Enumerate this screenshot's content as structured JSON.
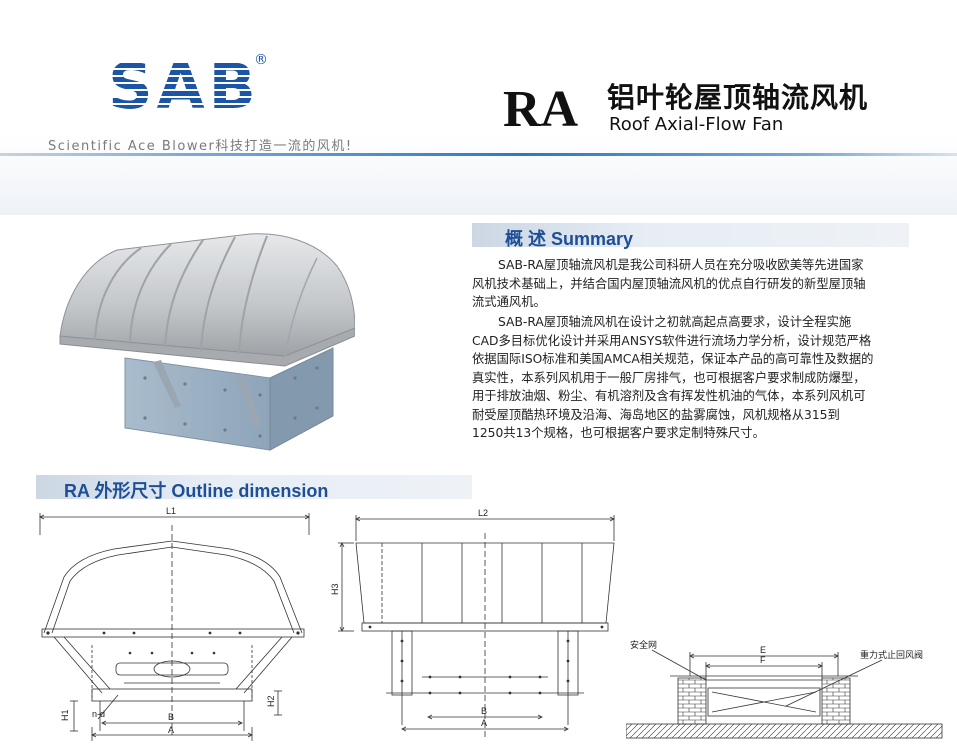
{
  "brand": {
    "logo": "SAB",
    "registered": "®",
    "tagline": "Scientific Ace Blower科技打造一流的风机!"
  },
  "product": {
    "model": "RA",
    "title_cn": "铝叶轮屋顶轴流风机",
    "title_en": "Roof Axial-Flow Fan"
  },
  "summary": {
    "heading": "概 述 Summary",
    "paragraph1_lines": [
      "SAB-RA屋顶轴流风机是我公司科研人员在充分吸收欧美等先进国家",
      "风机技术基础上，并结合国内屋顶轴流风机的优点自行研发的新型屋顶轴",
      "流式通风机。"
    ],
    "paragraph2_lines": [
      "SAB-RA屋顶轴流风机在设计之初就高起点高要求，设计全程实施",
      "CAD多目标优化设计并采用ANSYS软件进行流场力学分析，设计规范严格",
      "依据国际ISO标准和美国AMCA相关规范，保证本产品的高可靠性及数据的",
      "真实性，本系列风机用于一般厂房排气，也可根据客户要求制成防爆型，",
      "用于排放油烟、粉尘、有机溶剂及含有挥发性机油的气体，本系列风机可",
      "耐受屋顶酷热环境及沿海、海岛地区的盐雾腐蚀，风机规格从315到",
      "1250共13个规格，也可根据客户要求定制特殊尺寸。"
    ]
  },
  "outline": {
    "heading": "RA  外形尺寸  Outline dimension"
  },
  "drawing_front": {
    "l1": "L1",
    "h1": "H1",
    "h2": "H2",
    "nd": "n-d",
    "b": "B",
    "a": "A"
  },
  "drawing_side": {
    "l2": "L2",
    "h3": "H3",
    "b": "B",
    "a": "A"
  },
  "drawing_install": {
    "safety_net": "安全网",
    "gravity_damper": "重力式止回风阀",
    "e": "E",
    "f": "F"
  },
  "colors": {
    "brand_blue": "#1c55a6",
    "heading_blue": "#1e4f96",
    "hood_grey": "#b9bcc0",
    "base_blue_grey": "#9fb3c6"
  }
}
